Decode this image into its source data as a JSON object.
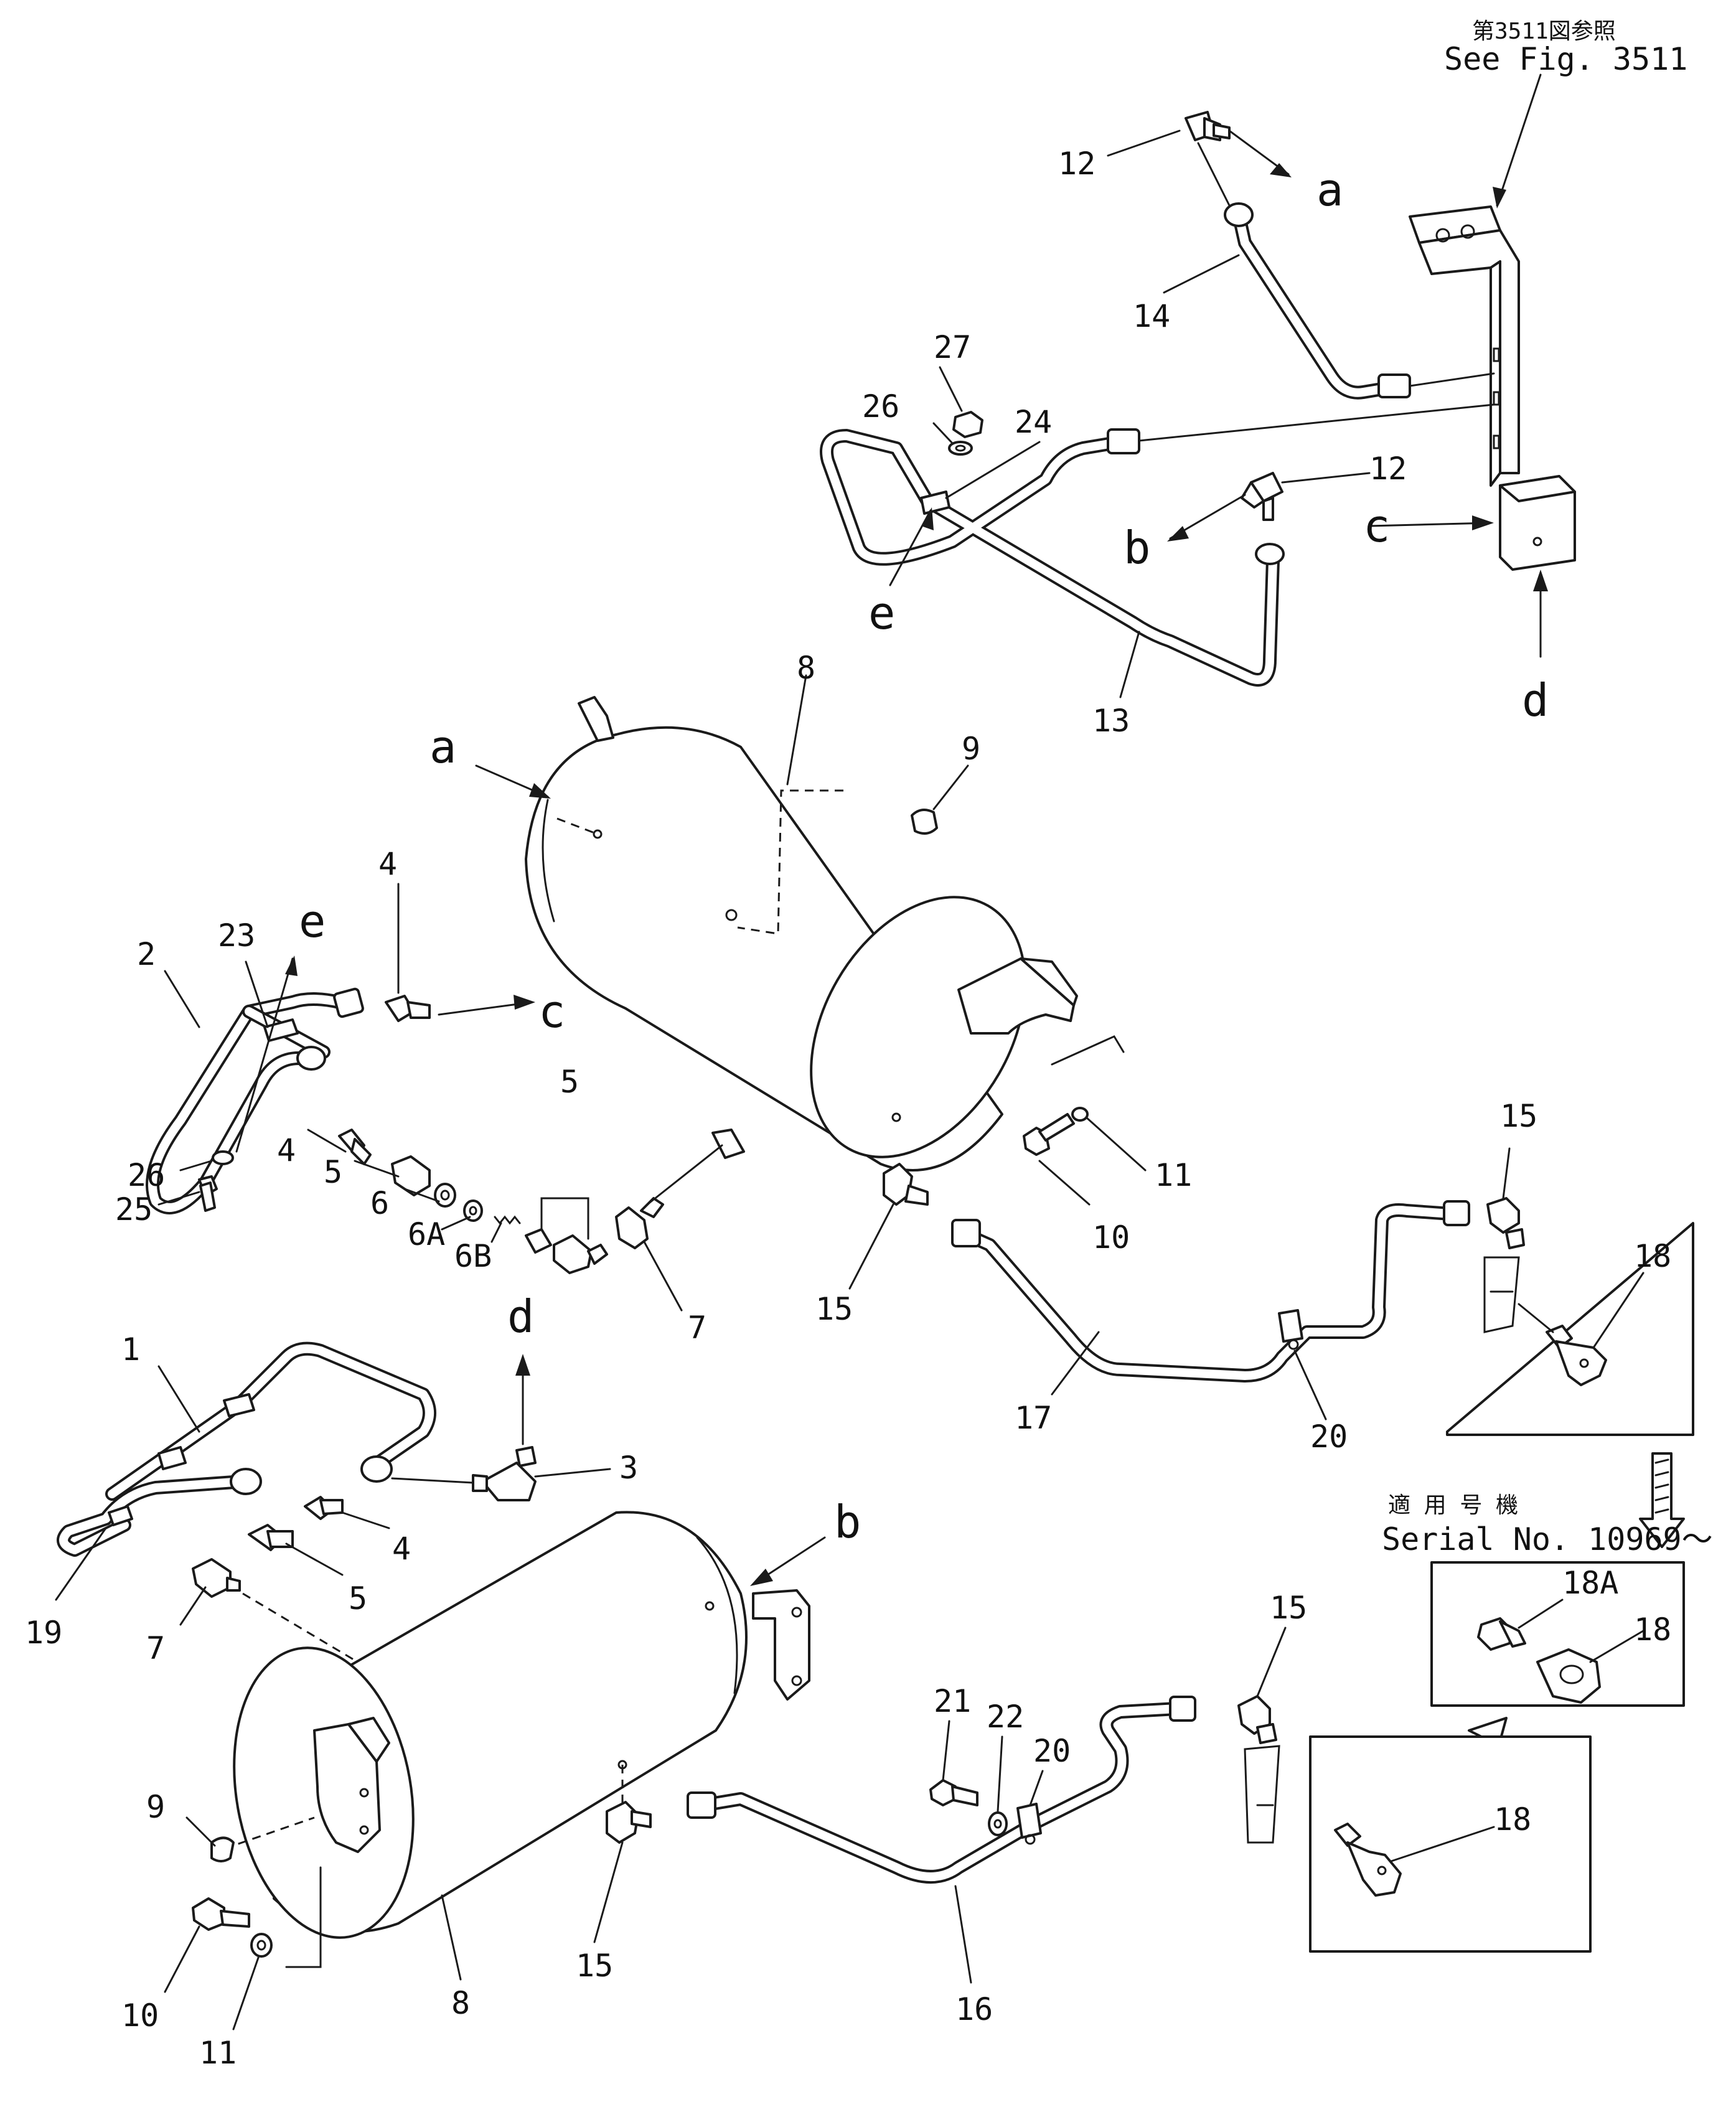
{
  "reference": {
    "jp": "第3511図参照",
    "en": "See Fig. 3511"
  },
  "serial_note": {
    "jp": "適 用 号 機",
    "en": "Serial No. 10969～"
  },
  "view_letters": {
    "a_tank_top": "a",
    "a_fitting": "a",
    "b_tank_bottom": "b",
    "b_fitting": "b",
    "c_fitting": "c",
    "c_bracket": "c",
    "d_fitting": "d",
    "d_bracket": "d",
    "e_pipe2": "e",
    "e_pipe13": "e"
  },
  "callouts": {
    "p1": "1",
    "p2": "2",
    "p3": "3",
    "p4a": "4",
    "p4b": "4",
    "p4c": "4",
    "p5a": "5",
    "p5b": "5",
    "p5c": "5",
    "p6": "6",
    "p6A": "6A",
    "p6B": "6B",
    "p7a": "7",
    "p7b": "7",
    "p8a": "8",
    "p8b": "8",
    "p9a": "9",
    "p9b": "9",
    "p10a": "10",
    "p10b": "10",
    "p11a": "11",
    "p11b": "11",
    "p12a": "12",
    "p12b": "12",
    "p13": "13",
    "p14": "14",
    "p15a": "15",
    "p15b": "15",
    "p15c": "15",
    "p15d": "15",
    "p16": "16",
    "p17": "17",
    "p18a": "18",
    "p18b": "18",
    "p18c": "18",
    "p18A": "18A",
    "p19": "19",
    "p20a": "20",
    "p20b": "20",
    "p21": "21",
    "p22": "22",
    "p23": "23",
    "p24": "24",
    "p25": "25",
    "p26a": "26",
    "p26b": "26",
    "p27": "27"
  }
}
